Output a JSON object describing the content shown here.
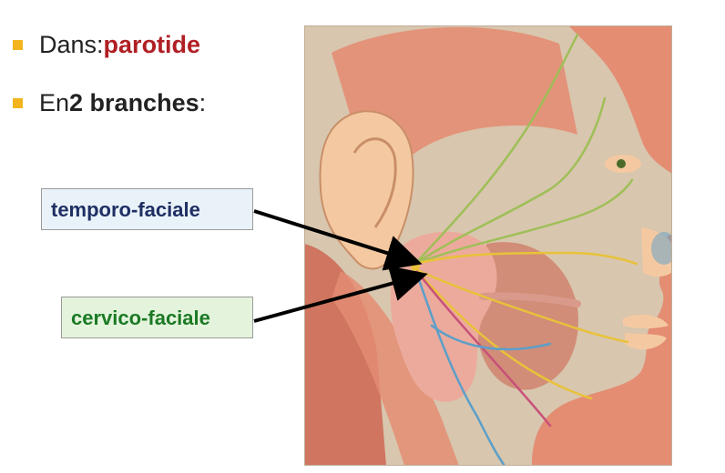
{
  "bullets": [
    {
      "prefix": "Dans: ",
      "highlight": "parotide",
      "suffix": ""
    },
    {
      "prefix": "En ",
      "highlight": "2 branches",
      "suffix": ":"
    }
  ],
  "labels": {
    "temporo_faciale": "temporo-faciale",
    "cervico_faciale": "cervico-faciale"
  },
  "colors": {
    "bullet": "#f2b51d",
    "highlight_red": "#b01f24",
    "temporo_text": "#1f2f63",
    "temporo_bg": "#e9f2f8",
    "cervico_text": "#1b7a25",
    "cervico_bg": "#e4f4dc",
    "muscle": "#e48d73",
    "skin": "#f4c9a1",
    "gland": "#ecaa9c",
    "nerve": "#e8c23a",
    "nerve_green": "#9fbf57",
    "vessel_blue": "#5b9fc9",
    "vessel_pink": "#c8507a",
    "background_tan": "#d8c6ae"
  },
  "icons": {
    "bullet": "square-bullet-icon"
  }
}
